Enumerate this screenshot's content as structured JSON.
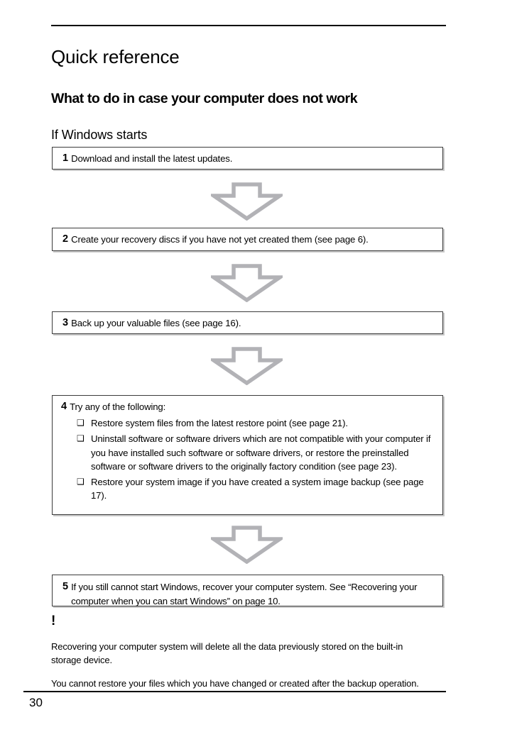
{
  "document": {
    "chapter_title": "Quick reference",
    "section_title": "What to do in case your computer does not work",
    "subsection_title": "If Windows starts",
    "page_number": "30"
  },
  "steps": [
    {
      "number": "1",
      "text": "Download and install the latest updates."
    },
    {
      "number": "2",
      "text": "Create your recovery discs if you have not yet created them (see page 6)."
    },
    {
      "number": "3",
      "text": "Back up your valuable files (see page 16)."
    },
    {
      "number": "4",
      "text": "Try any of the following:",
      "bullets": [
        "Restore system files from the latest restore point (see page 21).",
        "Uninstall software or software drivers which are not compatible with your computer if you have installed such software or software drivers, or restore the preinstalled software or software drivers to the originally factory condition (see page 23).",
        "Restore your system image if you have created a system image backup (see page 17)."
      ]
    },
    {
      "number": "5",
      "text": "If you still cannot start Windows, recover your computer system. See “Recovering your computer when you can start Windows” on page 10."
    }
  ],
  "icons": {
    "bullet_glyph": "❑",
    "caution_glyph": "!",
    "arrow_label": "down-arrow"
  },
  "caution": {
    "paragraph_1": "Recovering your computer system will delete all the data previously stored on the built-in storage device.",
    "paragraph_2": "You cannot restore your files which you have changed or created after the backup operation."
  },
  "colors": {
    "arrow_gray": "#b2b2b6",
    "box_border": "#3c3c3c",
    "box_shadow": "#c9c9c9",
    "text": "#000000"
  }
}
